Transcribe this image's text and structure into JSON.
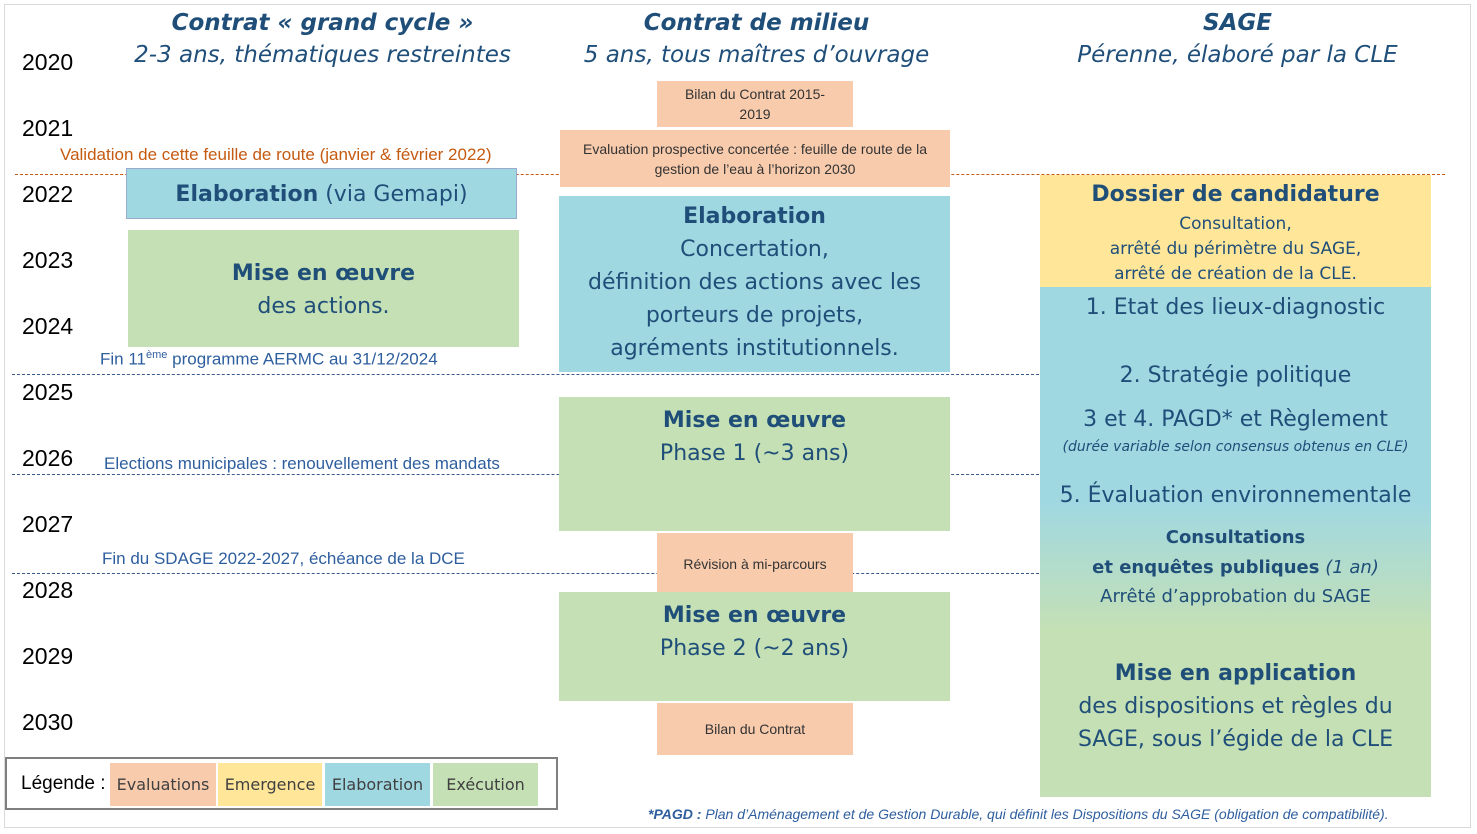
{
  "columns": {
    "grand_cycle": {
      "title": "Contrat « grand cycle »",
      "subtitle": "2-3 ans, thématiques restreintes"
    },
    "milieu": {
      "title": "Contrat de milieu",
      "subtitle": "5 ans, tous maîtres d’ouvrage"
    },
    "sage": {
      "title": "SAGE",
      "subtitle": "Pérenne, élaboré par la CLE"
    }
  },
  "years": [
    "2020",
    "2021",
    "2022",
    "2023",
    "2024",
    "2025",
    "2026",
    "2027",
    "2028",
    "2029",
    "2030"
  ],
  "notes": {
    "validation": "Validation de cette feuille de route (janvier & février 2022)",
    "fin_programme_pre": "Fin 11",
    "fin_programme_sup": "ème",
    "fin_programme_post": " programme AERMC au 31/12/2024",
    "elections": "Elections municipales : renouvellement des mandats",
    "fin_sdage": "Fin du SDAGE 2022-2027, échéance de la DCE"
  },
  "grand_cycle": {
    "elaboration_bold": "Elaboration",
    "elaboration_rest": " (via Gemapi)",
    "mise_title": "Mise en œuvre",
    "mise_sub": "des actions."
  },
  "milieu": {
    "bilan_2015": "Bilan du Contrat 2015-2019",
    "evaluation": "Evaluation prospective concertée : feuille de route de la gestion de l’eau à l’horizon 2030",
    "elab_title": "Elaboration",
    "elab_l1": "Concertation,",
    "elab_l2": "définition des actions avec les",
    "elab_l3": "porteurs de projets,",
    "elab_l4": "agréments institutionnels.",
    "phase1_title": "Mise en œuvre",
    "phase1_sub": "Phase 1 (~3 ans)",
    "revision": "Révision à mi-parcours",
    "phase2_title": "Mise en œuvre",
    "phase2_sub": "Phase 2 (~2 ans)",
    "bilan": "Bilan du Contrat"
  },
  "sage": {
    "dossier_title": "Dossier de candidature",
    "dossier_l1": "Consultation,",
    "dossier_l2": "arrêté du périmètre du SAGE,",
    "dossier_l3": "arrêté de création de la CLE.",
    "step1": "1.   Etat des lieux-diagnostic",
    "step2": "2. Stratégie politique",
    "step34": "3 et 4. PAGD* et Règlement",
    "step34_note": "(durée variable selon consensus obtenus en CLE)",
    "step5": "5. Évaluation environnementale",
    "consult_l1": "Consultations",
    "consult_l2": "et enquêtes publiques",
    "consult_l2_it": " (1 an)",
    "arrete": "Arrêté d’approbation du SAGE",
    "app_title": "Mise en application",
    "app_l1": "des dispositions et règles du",
    "app_l2": "SAGE, sous l’égide de la CLE"
  },
  "legend": {
    "label": "Légende :",
    "items": [
      "Evaluations",
      "Emergence",
      "Elaboration",
      "Exécution"
    ]
  },
  "footnote": {
    "bold": "*PAGD : ",
    "text": "Plan d’Aménagement et de Gestion Durable, qui définit les Dispositions du SAGE (obligation de compatibilité)."
  },
  "colors": {
    "evaluations": "#f8cbad",
    "emergence": "#ffe699",
    "elaboration": "#a0d8e2",
    "execution": "#c5e0b4",
    "heading": "#1f4e79",
    "validation_note": "#c55a11"
  }
}
